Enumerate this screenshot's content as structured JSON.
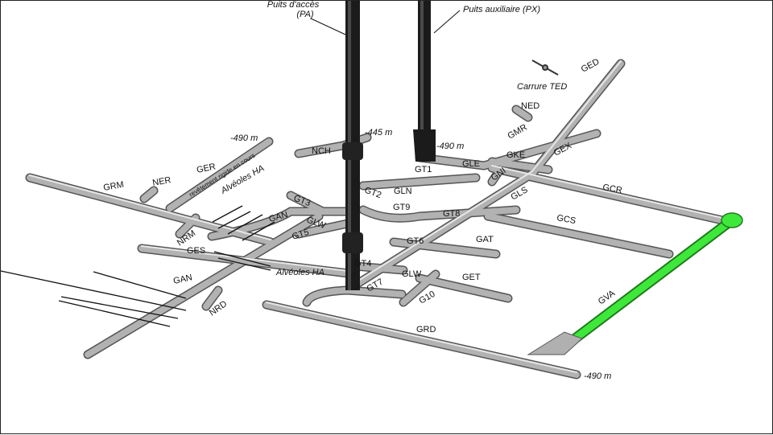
{
  "shafts": {
    "pa_name": "Puits d'accès",
    "pa_code": "(PA)",
    "px_name": "Puits auxiliaire (PX)"
  },
  "depths": {
    "d445": "-445 m",
    "d490_px": "-490 m",
    "d490_left": "-490 m",
    "d490_bottom": "-490 m"
  },
  "notes": {
    "carrure": "Carrure TED",
    "alveoles_1": "Alvéoles HA",
    "alveoles_2": "Alvéoles HA",
    "revetement": "revêtement rigide en cours"
  },
  "galleries": {
    "GED": "GED",
    "NED": "NED",
    "GMR": "GMR",
    "GKE": "GKE",
    "GEX": "GEX",
    "GLE": "GLE",
    "GNI": "GNI",
    "GLS": "GLS",
    "GCR": "GCR",
    "GCS": "GCS",
    "GAT": "GAT",
    "GT1": "GT1",
    "GT2": "GT2",
    "GLN": "GLN",
    "GT9": "GT9",
    "GT8": "GT8",
    "GT3": "GT3",
    "GLW_up": "GLW",
    "GT5": "GT5",
    "GAN_up": "GAN",
    "NCH": "NCH",
    "GER": "GER",
    "NER": "NER",
    "GRM": "GRM",
    "NRM": "NRM",
    "GES": "GES",
    "GAN_low": "GAN",
    "NRD": "NRD",
    "GT4": "GT4",
    "GT6": "GT6",
    "GT7": "GT7",
    "GLW_low": "GLW",
    "GET": "GET",
    "G10": "G10",
    "GRD": "GRD",
    "GVA": "GVA"
  },
  "colors": {
    "tunnel": "#a7a7a7",
    "tunnel_edge": "#5a5a5a",
    "shaft": "#1b1b1b",
    "gva": "#3ee83a"
  }
}
